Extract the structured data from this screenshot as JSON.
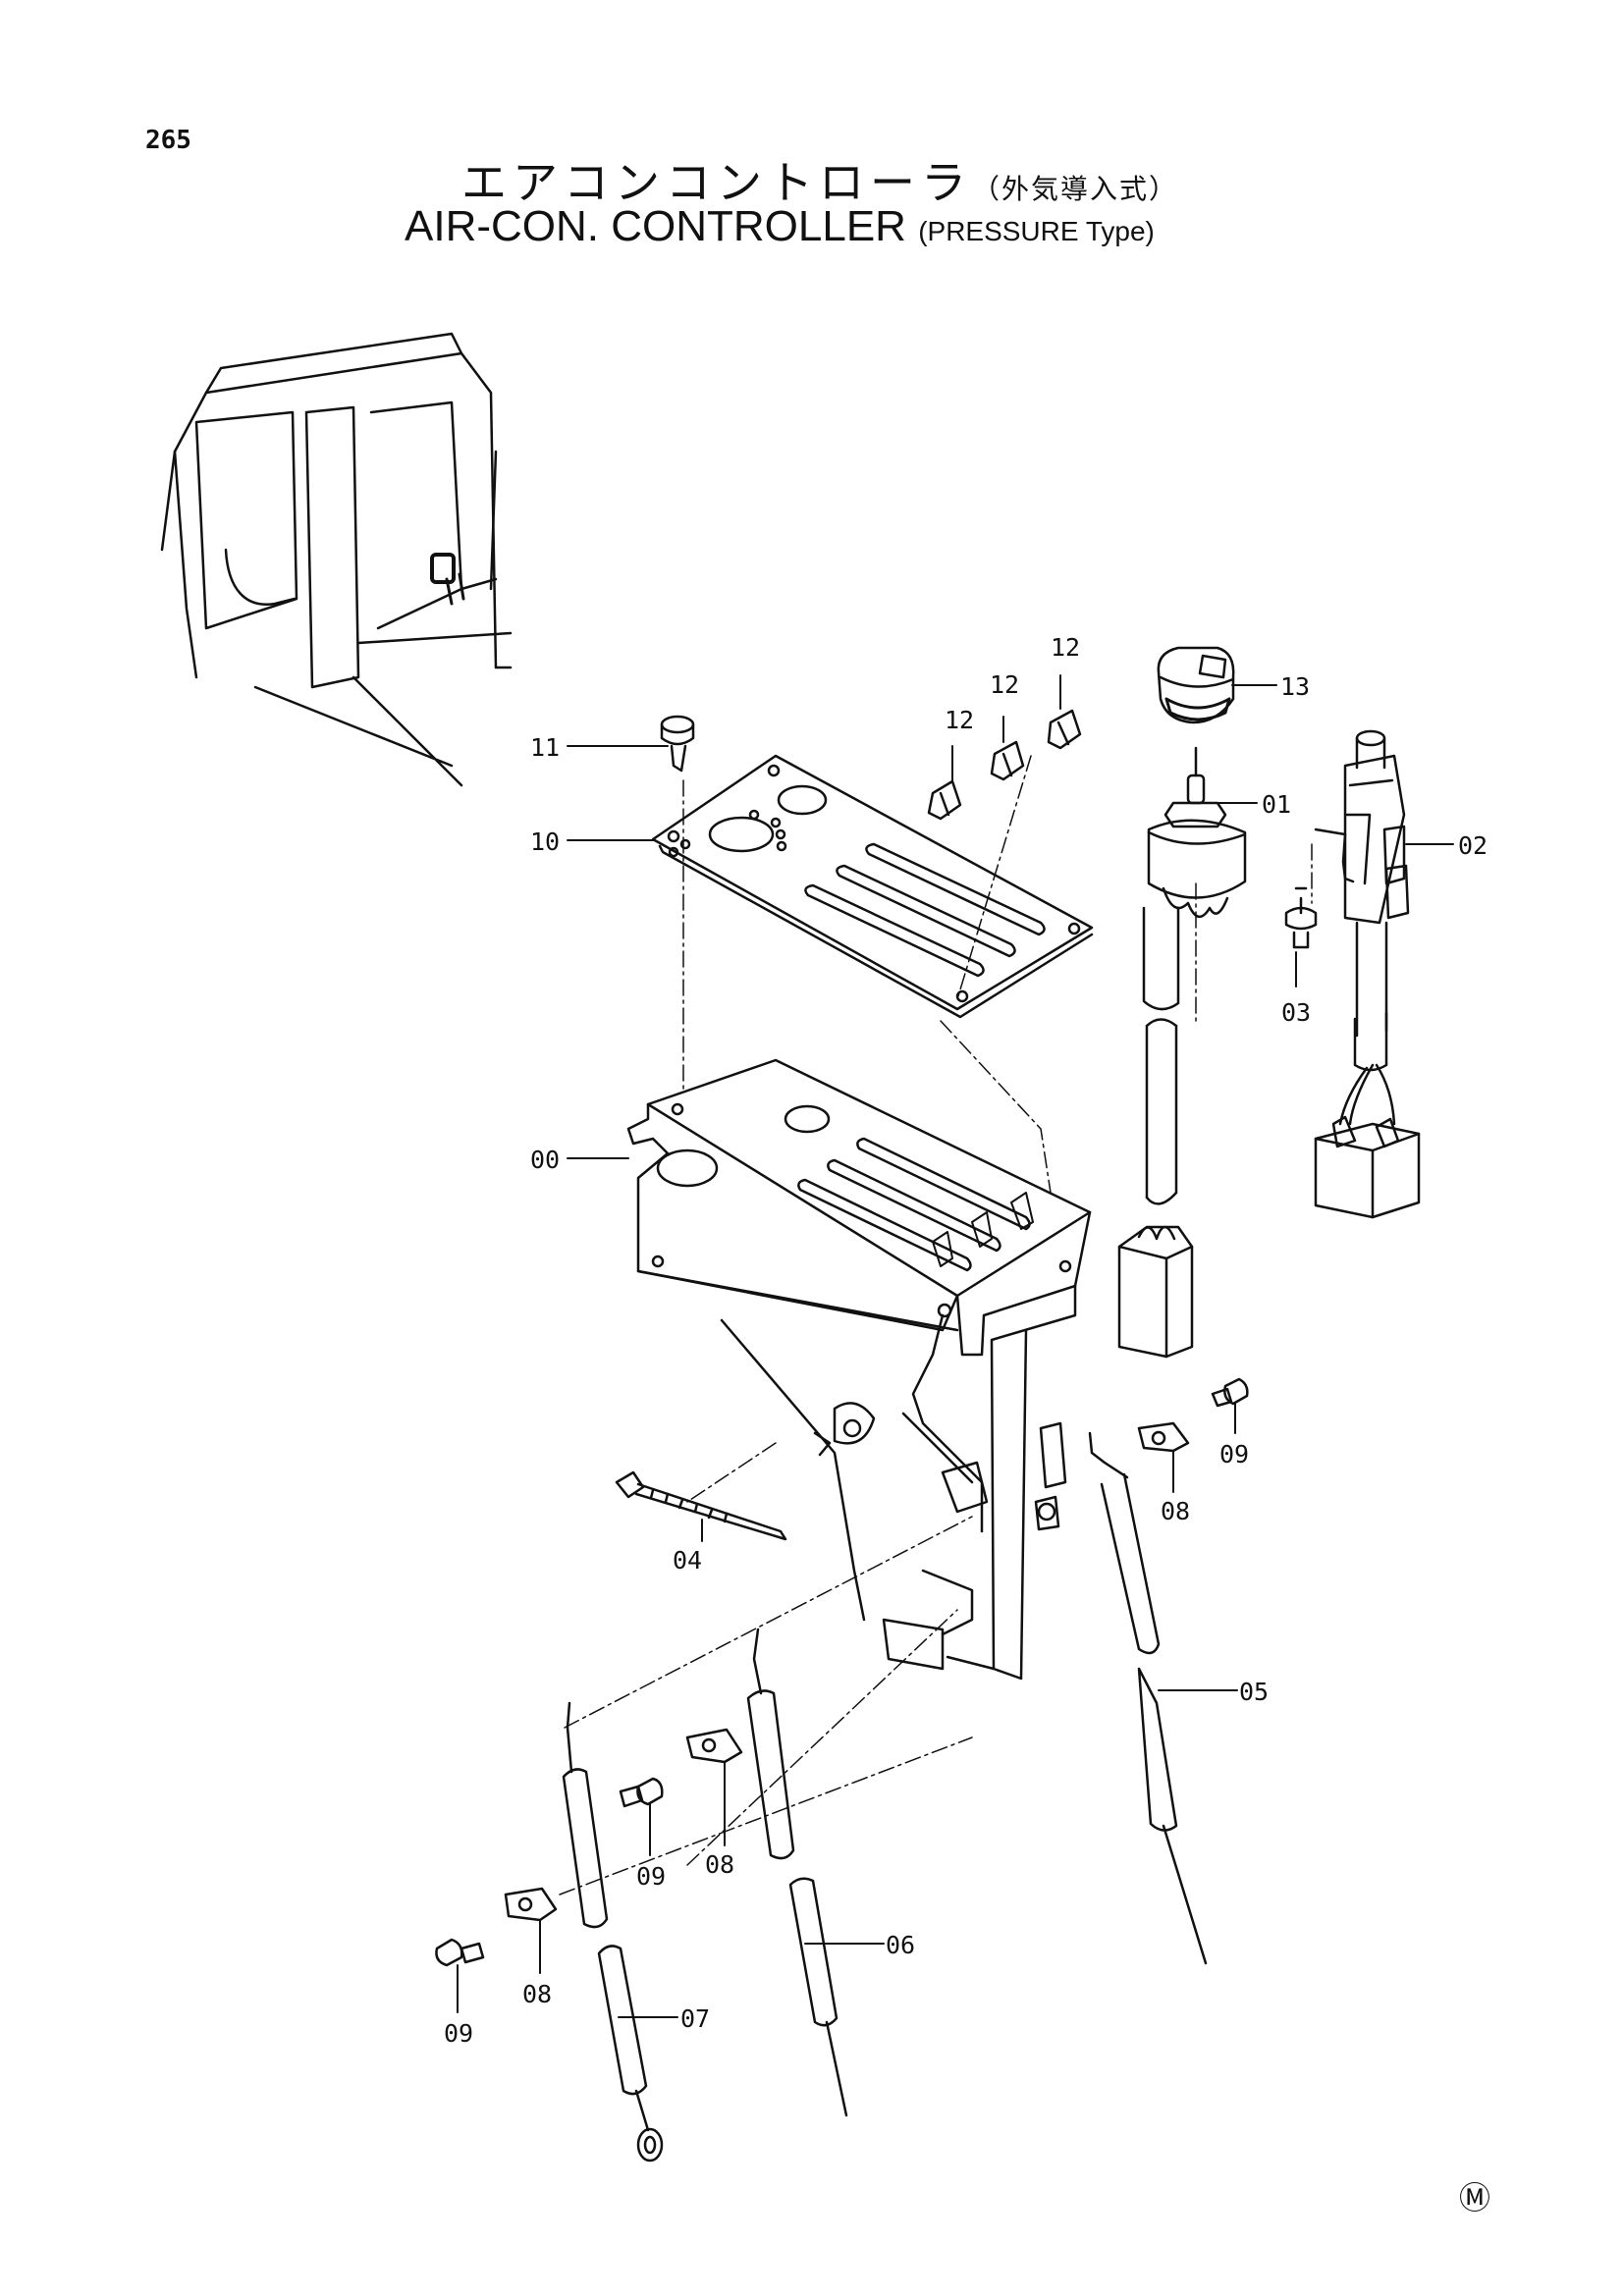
{
  "page_number": "265",
  "title_jp": "エアコンコントローラ",
  "title_jp_sub": "（外気導入式）",
  "title_en": "AIR-CON. CONTROLLER",
  "title_en_sub": "(PRESSURE Type)",
  "callouts": [
    "12",
    "12",
    "12",
    "13",
    "11",
    "01",
    "10",
    "02",
    "03",
    "00",
    "09",
    "04",
    "08",
    "05",
    "08",
    "09",
    "06",
    "08",
    "07",
    "09"
  ],
  "mark": "Ⓜ"
}
